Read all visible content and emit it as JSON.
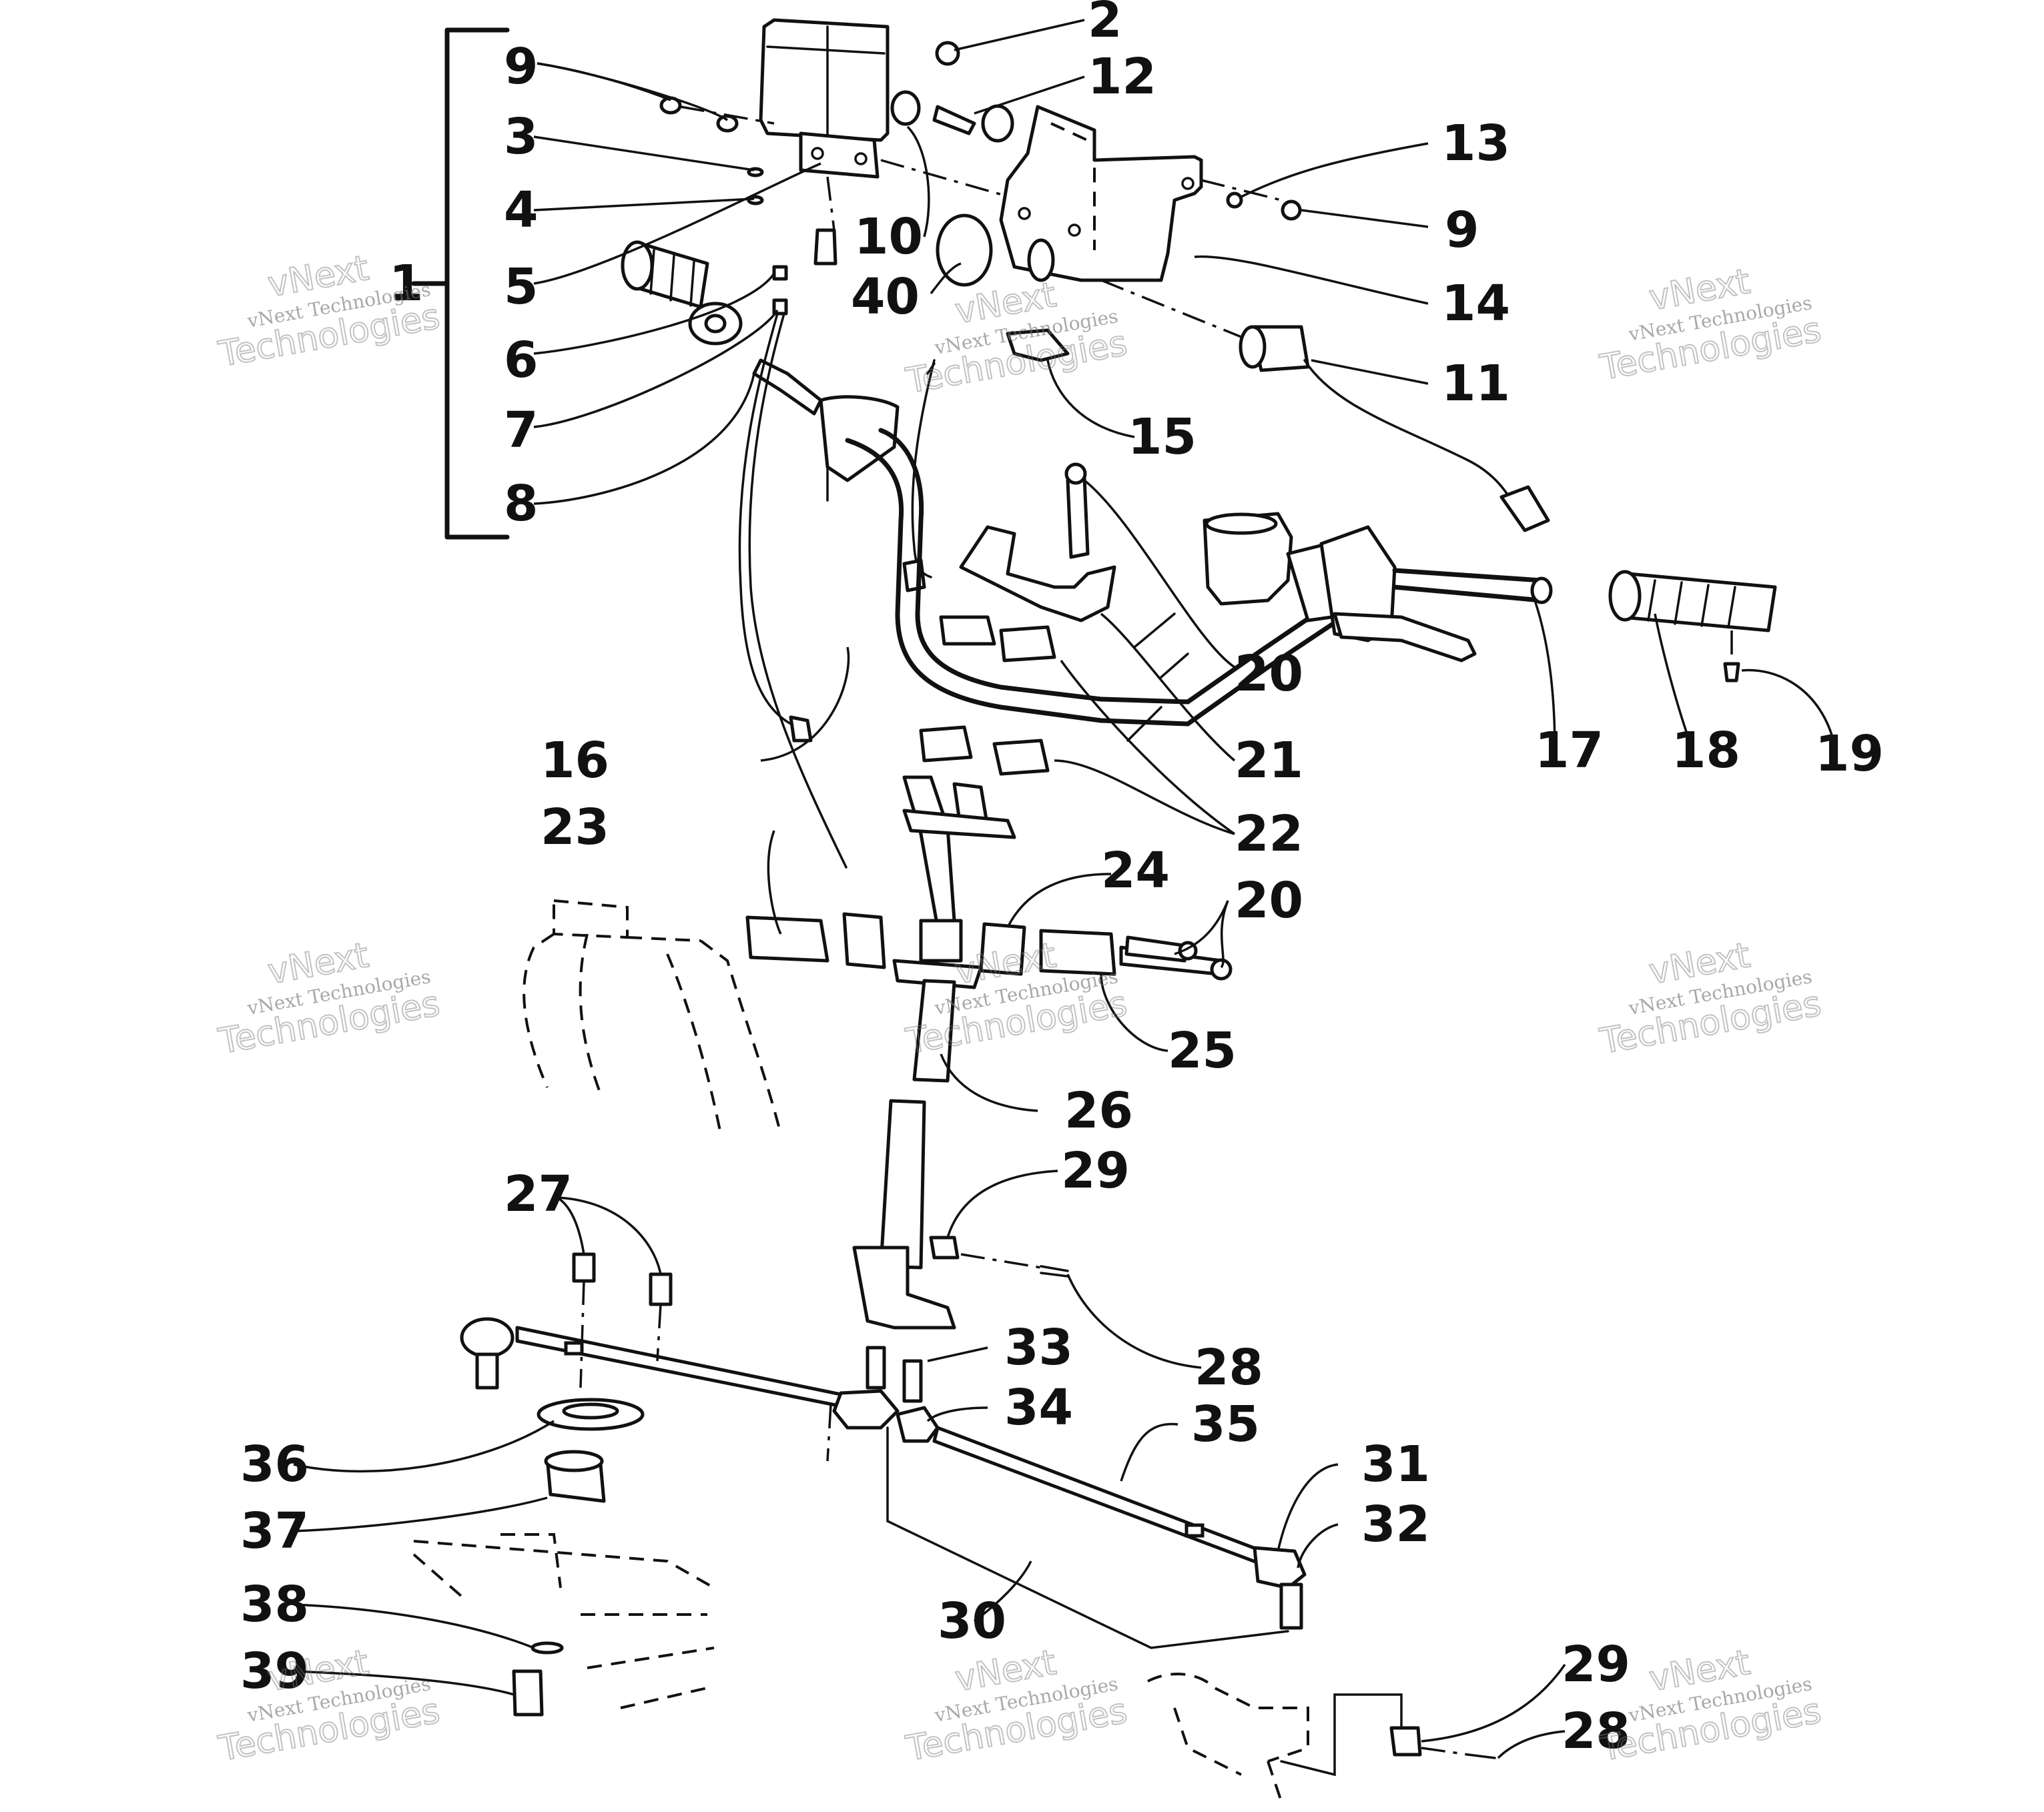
{
  "callouts": [
    {
      "text": "1"
    },
    {
      "text": "2"
    },
    {
      "text": "3"
    },
    {
      "text": "4"
    },
    {
      "text": "5"
    },
    {
      "text": "6"
    },
    {
      "text": "7"
    },
    {
      "text": "8"
    },
    {
      "text": "9"
    },
    {
      "text": "9"
    },
    {
      "text": "10"
    },
    {
      "text": "11"
    },
    {
      "text": "12"
    },
    {
      "text": "13"
    },
    {
      "text": "14"
    },
    {
      "text": "15"
    },
    {
      "text": "16"
    },
    {
      "text": "17"
    },
    {
      "text": "18"
    },
    {
      "text": "19"
    },
    {
      "text": "20"
    },
    {
      "text": "20"
    },
    {
      "text": "21"
    },
    {
      "text": "22"
    },
    {
      "text": "23"
    },
    {
      "text": "24"
    },
    {
      "text": "25"
    },
    {
      "text": "26"
    },
    {
      "text": "27"
    },
    {
      "text": "28"
    },
    {
      "text": "28"
    },
    {
      "text": "29"
    },
    {
      "text": "29"
    },
    {
      "text": "30"
    },
    {
      "text": "31"
    },
    {
      "text": "32"
    },
    {
      "text": "33"
    },
    {
      "text": "34"
    },
    {
      "text": "35"
    },
    {
      "text": "36"
    },
    {
      "text": "37"
    },
    {
      "text": "38"
    },
    {
      "text": "39"
    },
    {
      "text": "40"
    }
  ],
  "watermark": {
    "line1": "vNext",
    "line2": "vNext Technologies",
    "line3": "Technologies"
  }
}
